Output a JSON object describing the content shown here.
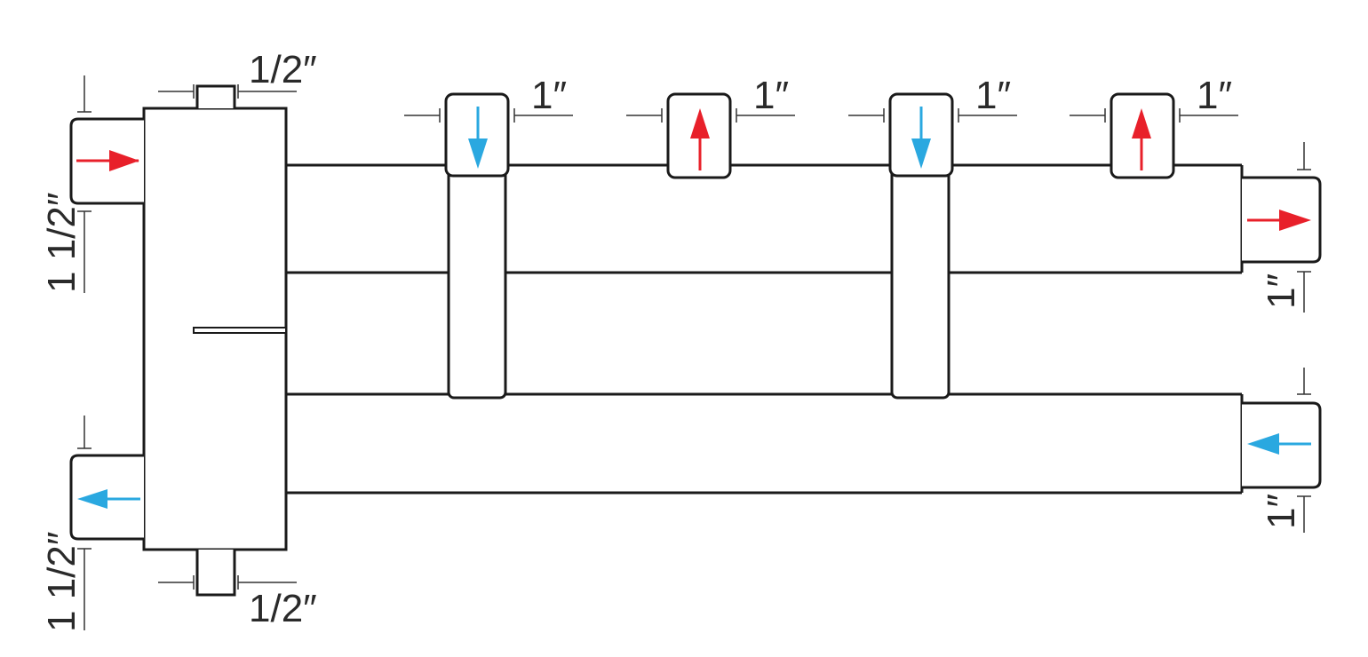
{
  "colors": {
    "supply_arrow": "#e8202a",
    "return_arrow": "#2aa8e0",
    "line": "#1a1a1a"
  },
  "labels": {
    "left_top_inlet": "1 1/2″",
    "left_bottom_outlet": "1 1/2″",
    "vent_top": "1/2″",
    "drain_bottom": "1/2″",
    "port_1": "1″",
    "port_2": "1″",
    "port_3": "1″",
    "port_4": "1″",
    "right_supply_outlet": "1″",
    "right_return_inlet": "1″"
  },
  "flow": {
    "left_top_inlet": "right",
    "left_bottom_outlet": "left",
    "port_1": "down",
    "port_2": "up",
    "port_3": "down",
    "port_4": "up",
    "right_supply_outlet": "right",
    "right_return_inlet": "left"
  }
}
